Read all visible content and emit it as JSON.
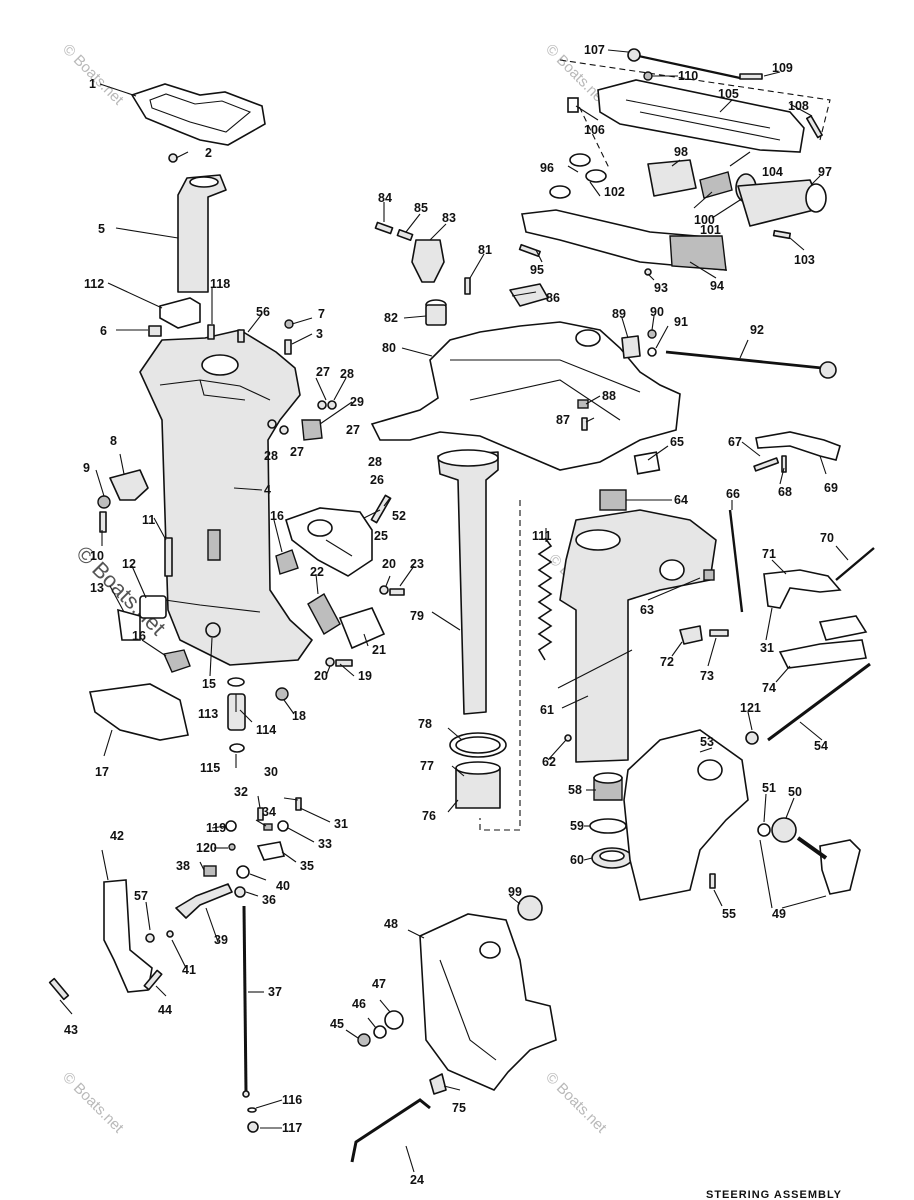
{
  "watermark": "© Boats.net",
  "footer_text": "STEERING ASSEMBLY",
  "callouts": [
    "1",
    "2",
    "3",
    "4",
    "5",
    "6",
    "7",
    "8",
    "9",
    "10",
    "11",
    "12",
    "13",
    "15",
    "16",
    "16",
    "17",
    "18",
    "19",
    "20",
    "20",
    "21",
    "22",
    "23",
    "24",
    "25",
    "26",
    "27",
    "27",
    "27",
    "28",
    "28",
    "28",
    "29",
    "30",
    "31",
    "31",
    "32",
    "33",
    "34",
    "35",
    "36",
    "37",
    "38",
    "39",
    "40",
    "41",
    "42",
    "43",
    "44",
    "45",
    "46",
    "47",
    "48",
    "49",
    "50",
    "51",
    "52",
    "53",
    "54",
    "55",
    "56",
    "57",
    "58",
    "59",
    "60",
    "61",
    "62",
    "63",
    "64",
    "65",
    "66",
    "67",
    "68",
    "69",
    "70",
    "71",
    "72",
    "73",
    "74",
    "75",
    "76",
    "77",
    "78",
    "79",
    "80",
    "81",
    "82",
    "83",
    "84",
    "85",
    "86",
    "87",
    "88",
    "89",
    "90",
    "91",
    "92",
    "93",
    "94",
    "95",
    "96",
    "97",
    "98",
    "99",
    "100",
    "101",
    "102",
    "103",
    "104",
    "105",
    "106",
    "107",
    "108",
    "109",
    "110",
    "111",
    "112",
    "113",
    "114",
    "115",
    "116",
    "117",
    "118",
    "119",
    "120",
    "121"
  ]
}
